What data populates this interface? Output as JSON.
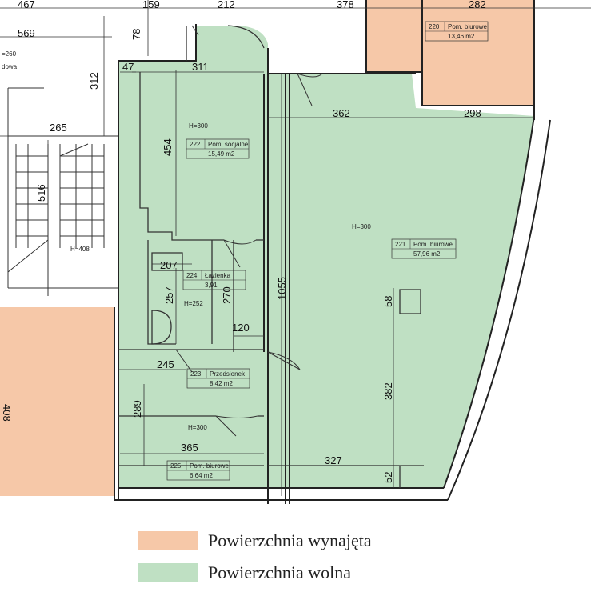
{
  "dimensions": {
    "d467": "467",
    "d159": "159",
    "d212": "212",
    "d378": "378",
    "d282": "282",
    "d569": "569",
    "d78": "78",
    "d47": "47",
    "d311": "311",
    "d312": "312",
    "d265": "265",
    "d454": "454",
    "d516": "516",
    "d362": "362",
    "d298": "298",
    "d207": "207",
    "d257": "257",
    "d270": "270",
    "d1055": "1055",
    "d120": "120",
    "d245": "245",
    "d289": "289",
    "d365": "365",
    "d327": "327",
    "d58": "58",
    "d382": "382",
    "d52": "52",
    "d408": "408"
  },
  "heights": {
    "h300a": "H=300",
    "h300b": "H=300",
    "h300c": "H=300",
    "h252": "H=252",
    "h408": "H=408",
    "h260": "=260"
  },
  "rooms": {
    "r220": {
      "num": "220",
      "name": "Pom. biurowe",
      "area": "13,46 m2"
    },
    "r222": {
      "num": "222",
      "name": "Pom. socjalne",
      "area": "15,49 m2"
    },
    "r221": {
      "num": "221",
      "name": "Pom. biurowe",
      "area": "57,96 m2"
    },
    "r224": {
      "num": "224",
      "name": "Łazienka",
      "area": "3,91"
    },
    "r223": {
      "num": "223",
      "name": "Przedsionek",
      "area": "8,42 m2"
    },
    "r225": {
      "num": "225",
      "name": "Pom. biurowe",
      "area": "6,64 m2"
    },
    "partial": "dowa"
  },
  "legend": {
    "rented_label": "Powierzchnia wynajęta",
    "free_label": "Powierzchnia wolna",
    "rented_color": "#f6c8a8",
    "free_color": "#bfe0c3"
  }
}
